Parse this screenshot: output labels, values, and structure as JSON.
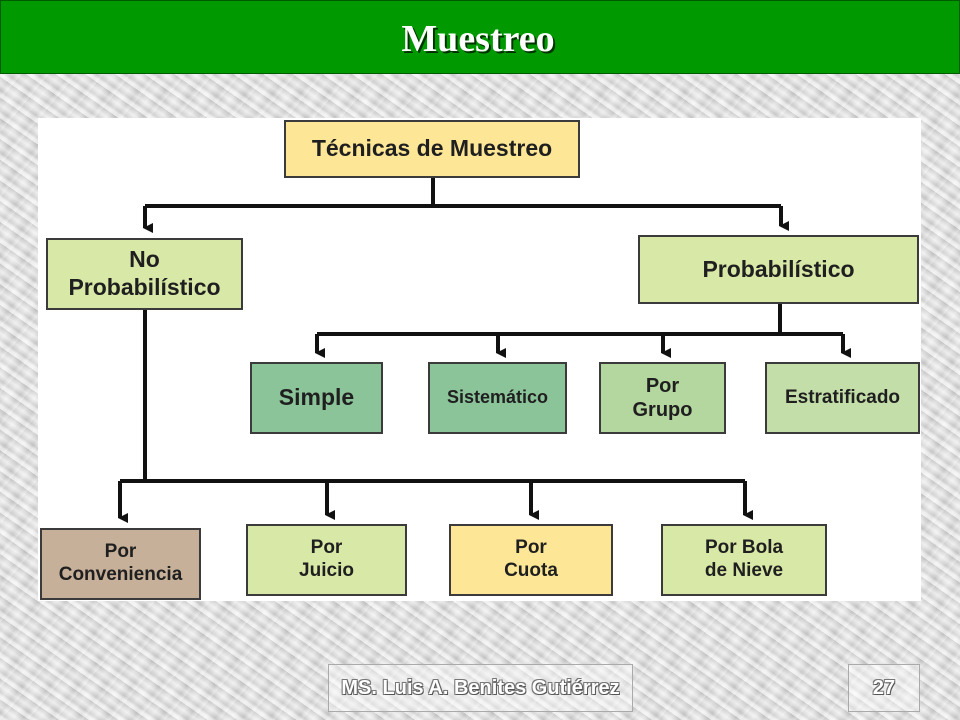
{
  "slide": {
    "title": "Muestreo",
    "author": "MS. Luis A. Benites Gutiérrez",
    "page_number": "27"
  },
  "diagram": {
    "nodes": {
      "root": {
        "label": "Técnicas de Muestreo",
        "color": "#fde796"
      },
      "no_prob": {
        "label": "No\nProbabilístico",
        "color": "#d8e8a7"
      },
      "prob": {
        "label": "Probabilístico",
        "color": "#d8e8a7"
      },
      "simple": {
        "label": "Simple",
        "color": "#8cc49a"
      },
      "sistematico": {
        "label": "Sistemático",
        "color": "#8cc49a"
      },
      "por_grupo": {
        "label": "Por\nGrupo",
        "color": "#b4d7a0"
      },
      "estratificado": {
        "label": "Estratificado",
        "color": "#c3dea8"
      },
      "conveniencia": {
        "label": "Por\nConveniencia",
        "color": "#c7b09a"
      },
      "juicio": {
        "label": "Por\nJuicio",
        "color": "#d8e8a7"
      },
      "cuota": {
        "label": "Por\nCuota",
        "color": "#fde796"
      },
      "bola_nieve": {
        "label": "Por Bola\nde Nieve",
        "color": "#d8e8a7"
      }
    }
  }
}
